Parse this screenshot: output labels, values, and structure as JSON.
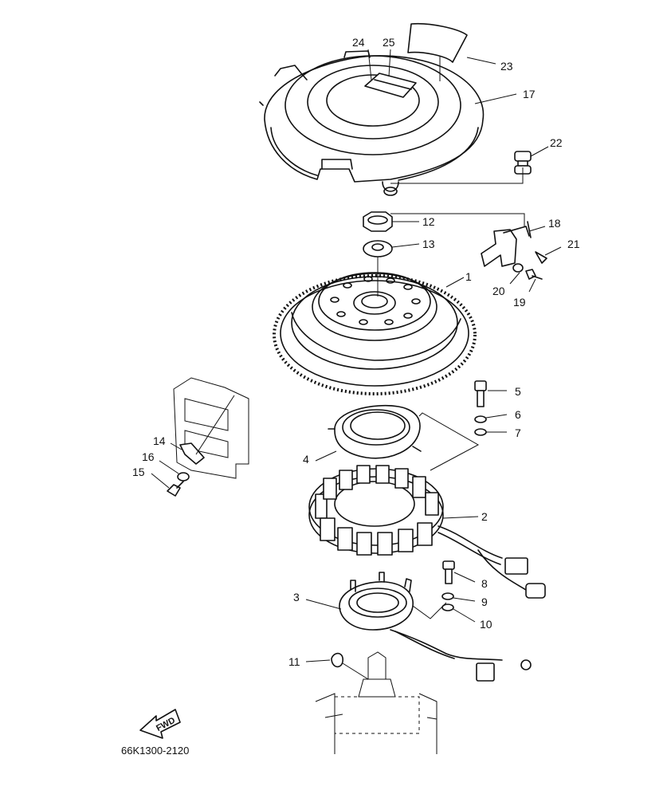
{
  "diagram": {
    "part_code": "66K1300-2120",
    "fwd_label": "FWD",
    "callouts": [
      {
        "id": "1",
        "label": "1"
      },
      {
        "id": "2",
        "label": "2"
      },
      {
        "id": "3",
        "label": "3"
      },
      {
        "id": "4",
        "label": "4"
      },
      {
        "id": "5",
        "label": "5"
      },
      {
        "id": "6",
        "label": "6"
      },
      {
        "id": "7",
        "label": "7"
      },
      {
        "id": "8",
        "label": "8"
      },
      {
        "id": "9",
        "label": "9"
      },
      {
        "id": "10",
        "label": "10"
      },
      {
        "id": "11",
        "label": "11"
      },
      {
        "id": "12",
        "label": "12"
      },
      {
        "id": "13",
        "label": "13"
      },
      {
        "id": "14",
        "label": "14"
      },
      {
        "id": "15",
        "label": "15"
      },
      {
        "id": "16",
        "label": "16"
      },
      {
        "id": "17",
        "label": "17"
      },
      {
        "id": "18",
        "label": "18"
      },
      {
        "id": "19",
        "label": "19"
      },
      {
        "id": "20",
        "label": "20"
      },
      {
        "id": "21",
        "label": "21"
      },
      {
        "id": "22",
        "label": "22"
      },
      {
        "id": "23",
        "label": "23"
      },
      {
        "id": "24",
        "label": "24"
      },
      {
        "id": "25",
        "label": "25"
      }
    ]
  }
}
